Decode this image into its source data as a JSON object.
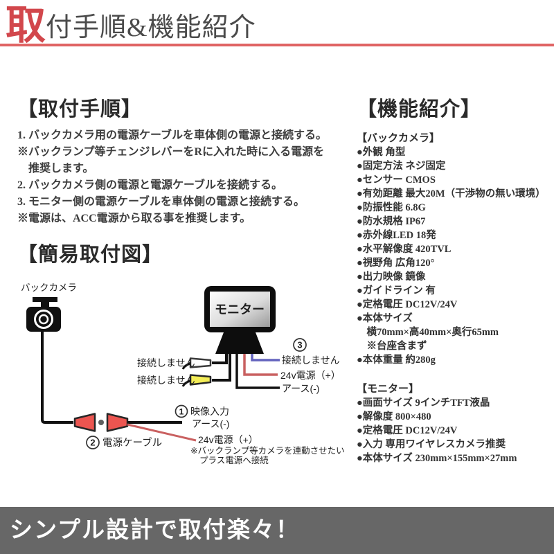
{
  "header": {
    "accent_char": "取",
    "rest": "付手順&機能紹介"
  },
  "install_steps": {
    "heading": "【取付手順】",
    "lines": [
      "1. バックカメラ用の電源ケーブルを車体側の電源と接続する。",
      "※バックランプ等チェンジレバーをRに入れた時に入る電源を",
      "　推奨します。",
      "2. バックカメラ側の電源と電源ケーブルを接続する。",
      "3. モニター側の電源ケーブルを車体側の電源と接続する。",
      "※電源は、ACC電源から取る事を推奨します。"
    ]
  },
  "diagram": {
    "heading": "【簡易取付図】",
    "camera_label": "バックカメラ",
    "monitor_label": "モニター",
    "left_no_connect_1": "接続しません",
    "left_no_connect_2": "接続しません",
    "num_3": "3",
    "right_no_connect": "接続しません",
    "right_power": "24v電源（+）",
    "right_ground": "アース(-)",
    "num_1": "1",
    "video_input": "映像入力",
    "video_ground": "アース(-)",
    "num_2": "2",
    "cable_label": "電源ケーブル",
    "bottom_power": "24v電源（+）",
    "bottom_note_1": "※バックランプ等カメラを連動させたい",
    "bottom_note_2": "プラス電源へ接続"
  },
  "features": {
    "heading": "【機能紹介】",
    "camera_section_title": "【バックカメラ】",
    "camera_items": [
      "●外観 角型",
      "●固定方法 ネジ固定",
      "●センサー CMOS",
      "●有効距離 最大20M（干渉物の無い環境）",
      "●防振性能 6.8G",
      "●防水規格 IP67",
      "●赤外線LED 18発",
      "●水平解像度 420TVL",
      "●視野角 広角120°",
      "●出力映像 鏡像",
      "●ガイドライン 有",
      "●定格電圧 DC12V/24V",
      "●本体サイズ",
      "　横70mm×高40mm×奥行65mm",
      "　※台座含まず",
      "●本体重量 約280g"
    ],
    "monitor_section_title": "【モニター】",
    "monitor_items": [
      "●画面サイズ 9インチTFT液晶",
      "●解像度 800×480",
      "●定格電圧 DC12V/24V",
      "●入力 専用ワイヤレスカメラ推奨",
      "●本体サイズ 230mm×155mm×27mm"
    ]
  },
  "footer": {
    "text": "シンプル設計で取付楽々！"
  },
  "colors": {
    "accent_red": "#d2474c",
    "rule_red": "#e06464",
    "connector_red": "#ec5550",
    "wire_blue": "#6363bd",
    "wire_soft_red": "#c96060",
    "connector_yellow": "#f3ed57",
    "banner_gray": "#676767"
  }
}
